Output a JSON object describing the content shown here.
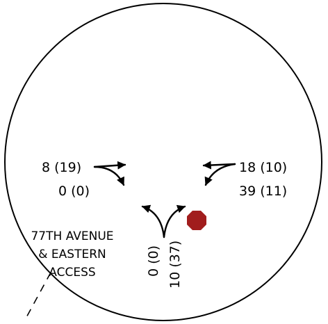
{
  "intersection": {
    "name_lines": [
      "77TH AVENUE",
      "& EASTERN",
      "ACCESS"
    ]
  },
  "west_approach": {
    "top_label": "8 (19)",
    "bottom_label": "0 (0)"
  },
  "east_approach": {
    "top_label": "18 (10)",
    "bottom_label": "39 (11)"
  },
  "south_approach": {
    "left_label": "0 (0)",
    "right_label": "10 (37)"
  },
  "colors": {
    "stop_sign": "#a11d1d",
    "line": "#000000"
  },
  "icons": {
    "stop_control": "stop-sign-octagon"
  }
}
